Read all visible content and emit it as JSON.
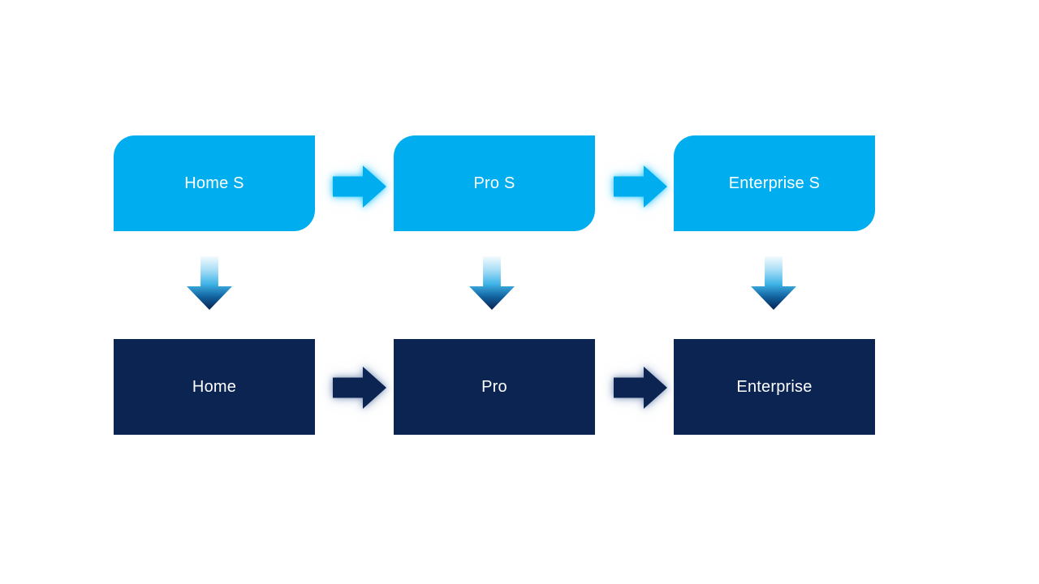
{
  "diagram": {
    "background_color": "#ffffff",
    "colors": {
      "top_node_fill": "#00AEEF",
      "bottom_node_fill": "#0B2451",
      "label_text": "#FFFFFF",
      "down_arrow_gradient_top": "#F4FBFE",
      "down_arrow_gradient_mid": "#3EB3E6",
      "down_arrow_gradient_bottom": "#0A2351"
    },
    "top_row": [
      {
        "label": "Home S"
      },
      {
        "label": "Pro S"
      },
      {
        "label": "Enterprise S"
      }
    ],
    "bottom_row": [
      {
        "label": "Home"
      },
      {
        "label": "Pro"
      },
      {
        "label": "Enterprise"
      }
    ]
  }
}
